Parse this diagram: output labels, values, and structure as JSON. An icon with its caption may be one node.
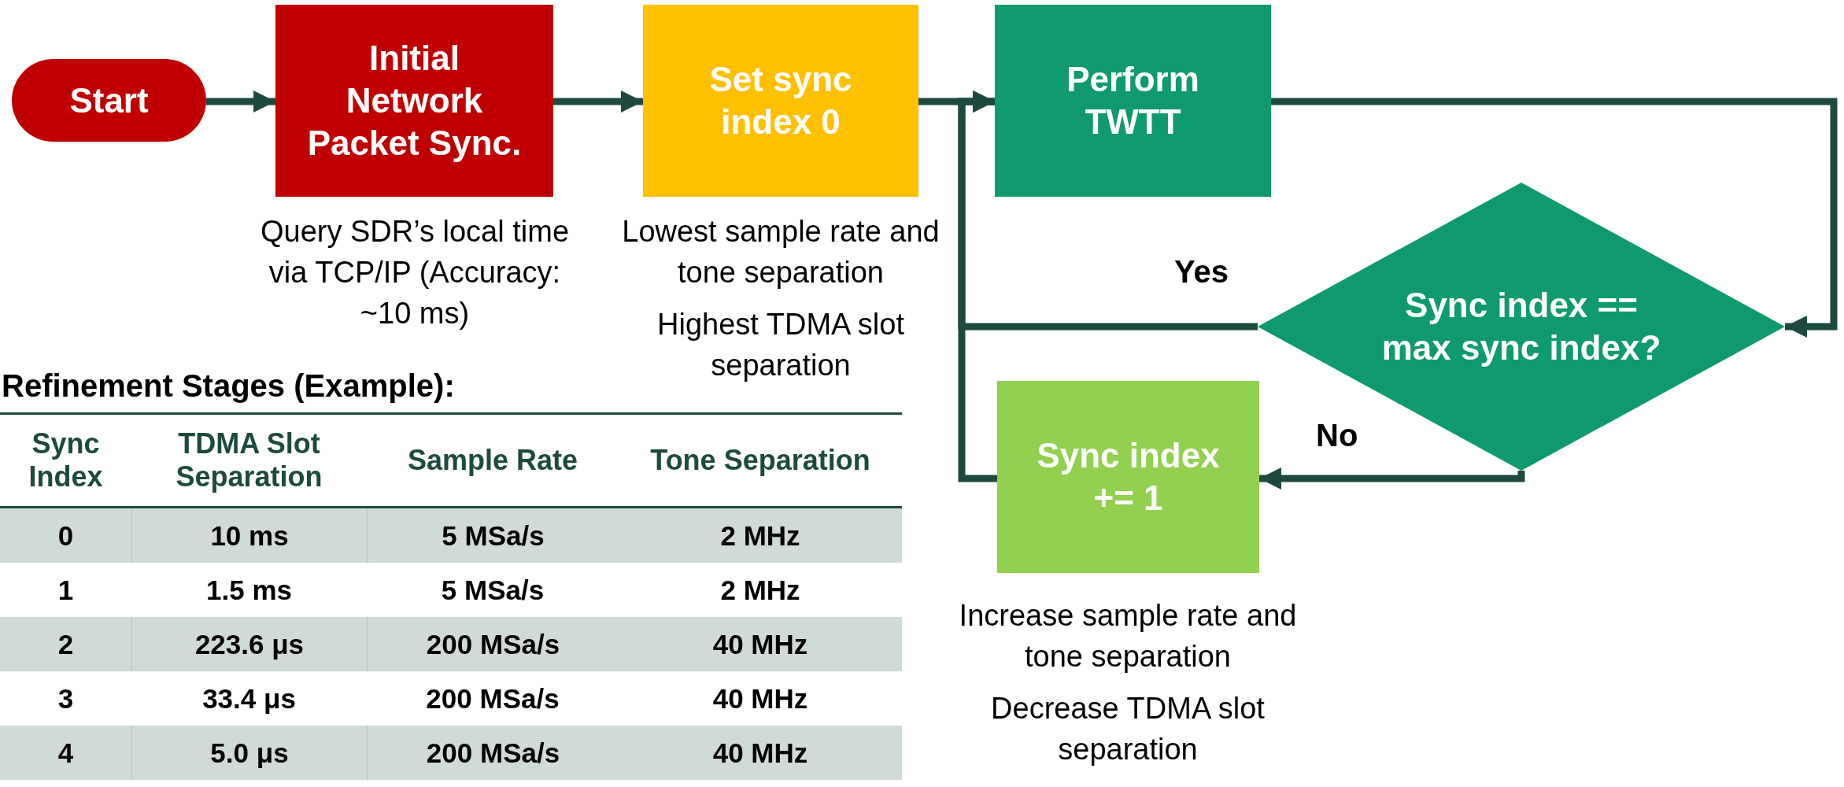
{
  "diagram": {
    "nodes": [
      {
        "text": [
          "Start"
        ]
      },
      {
        "text": [
          "Initial Network Packet Sync."
        ],
        "beside": [
          "Query SDR’s local time via TCP/IP (Accuracy: ~10 ms)"
        ]
      },
      {
        "text": [
          "Set sync index 0"
        ],
        "beside": [
          "Lowest sample rate and tone separation",
          "Highest TDMA slot separation"
        ]
      },
      {
        "text": [
          "Perform TWTT"
        ]
      },
      {
        "text": [
          "Sync index == max sync index?"
        ]
      },
      {
        "text": [
          "Sync index += 1"
        ],
        "beside": [
          "Increase sample rate and tone separation",
          "Decrease TDMA slot separation"
        ]
      }
    ],
    "edges": [
      {
        "from": 0,
        "to": 1,
        "arrow": "to"
      },
      {
        "from": 1,
        "to": 2,
        "arrow": "to"
      },
      {
        "from": 2,
        "to": 3,
        "arrow": "to"
      },
      {
        "from": 3,
        "to": 4,
        "arrow": "to"
      },
      {
        "from": 4,
        "to": 3,
        "arrow": "to",
        "label": "Yes"
      },
      {
        "from": 4,
        "to": 5,
        "arrow": "to",
        "label": "No"
      },
      {
        "from": 5,
        "to": 3,
        "arrow": "to"
      }
    ],
    "labels": [
      "Refinement Stages (Example):",
      "Sync Index",
      "TDMA Slot Separation",
      "Sample Rate",
      "Tone Separation",
      "0",
      "10 ms",
      "5 MSa/s",
      "2 MHz",
      "1",
      "1.5 ms",
      "5 MSa/s",
      "2 MHz",
      "2",
      "223.6 μs",
      "200 MSa/s",
      "40 MHz",
      "3",
      "33.4 μs",
      "200 MSa/s",
      "40 MHz",
      "4",
      "5.0 μs",
      "200 MSa/s",
      "40 MHz"
    ]
  }
}
